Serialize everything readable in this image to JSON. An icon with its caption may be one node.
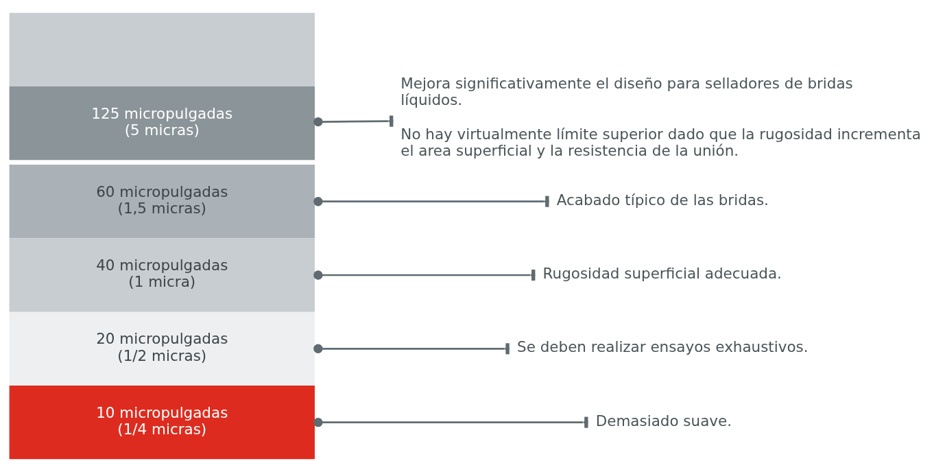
{
  "diagram": {
    "nodes": [
      {
        "text": [],
        "shape": "box"
      },
      {
        "text": [
          "125 micropulgadas (5 micras)"
        ]
      },
      {
        "text": [
          "60 micropulgadas (1,5 micras)"
        ]
      },
      {
        "text": [
          "40 micropulgadas (1 micra)"
        ]
      },
      {
        "text": [
          "20 micropulgadas (1/2 micras)"
        ]
      },
      {
        "text": [
          "10 micropulgadas (1/4 micras)"
        ]
      },
      {
        "text": [
          "Mejora significativamente el diseño para selladores de bridas líquidos.",
          "No hay virtualmente límite superior dado que la rugosidad incrementa el area superficial y la resistencia de la unión."
        ]
      },
      {
        "text": [
          "Acabado típico de las bridas."
        ]
      },
      {
        "text": [
          "Rugosidad superficial adecuada."
        ]
      },
      {
        "text": [
          "Se deben realizar ensayos exhaustivos."
        ]
      },
      {
        "text": [
          "Demasiado suave."
        ]
      }
    ],
    "edges": [
      {
        "from": 1,
        "to": 6,
        "arrow": "other"
      },
      {
        "from": 2,
        "to": 7,
        "arrow": "other"
      },
      {
        "from": 3,
        "to": 8,
        "arrow": "other"
      },
      {
        "from": 4,
        "to": 9,
        "arrow": "other"
      },
      {
        "from": 5,
        "to": 10,
        "arrow": "other"
      }
    ]
  }
}
